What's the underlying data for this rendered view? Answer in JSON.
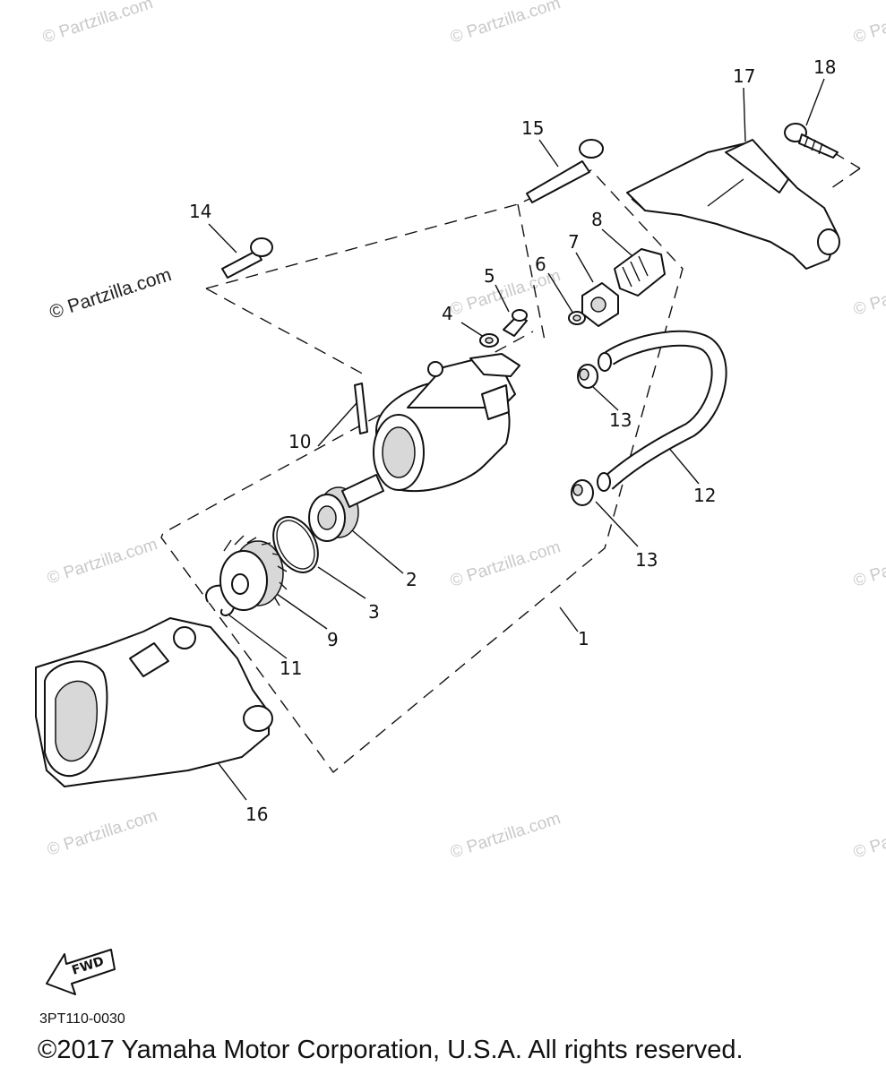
{
  "watermarks": [
    "© Partzilla.com",
    "© Partzilla.com",
    "© Partzilla.com",
    "© Partzilla.com",
    "© Partzilla.com",
    "© Partzilla.com",
    "© Partzilla.com",
    "© Partzilla.com",
    "© Partzilla.com",
    "© Partzilla.com",
    "© Partzilla.com",
    "© Partzilla.com"
  ],
  "callouts": [
    "1",
    "2",
    "3",
    "4",
    "5",
    "6",
    "7",
    "8",
    "9",
    "10",
    "11",
    "12",
    "13",
    "13",
    "14",
    "15",
    "16",
    "17",
    "18"
  ],
  "fwd_label": "FWD",
  "diagram_code": "3PT110-0030",
  "copyright": "©2017 Yamaha Motor Corporation, U.S.A. All rights reserved."
}
